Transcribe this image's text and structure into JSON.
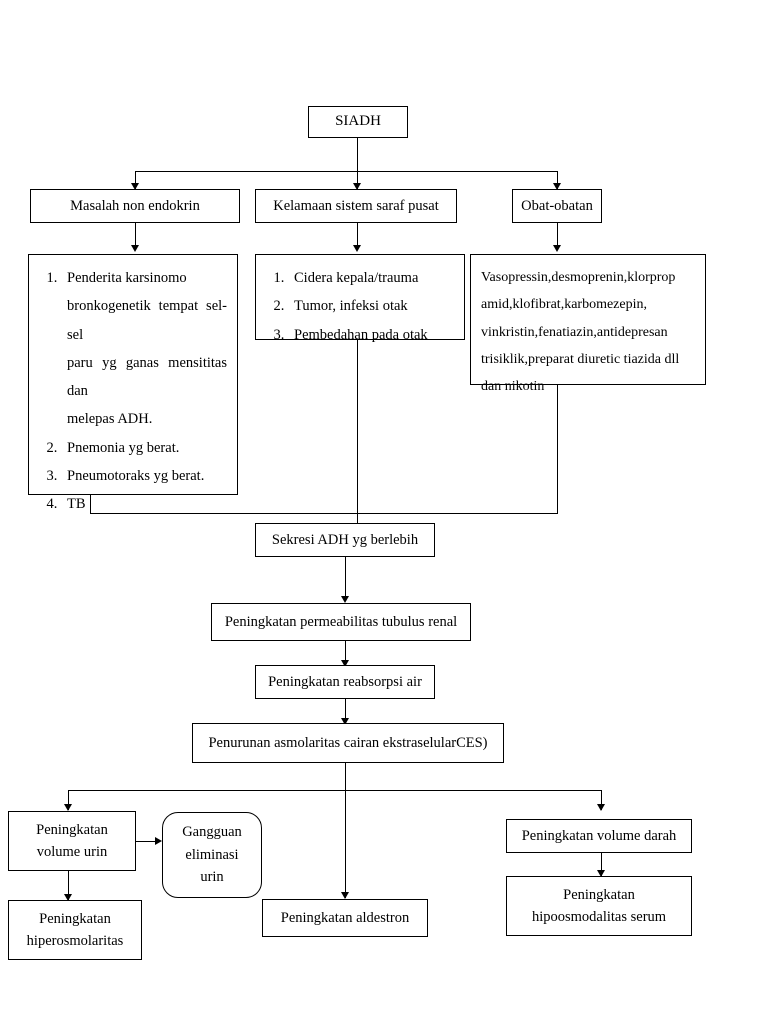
{
  "diagram": {
    "title": "SIADH",
    "root": {
      "label": "SIADH"
    },
    "causes": [
      {
        "label": "Masalah non endokrin"
      },
      {
        "label": "Kelamaan sistem saraf pusat"
      },
      {
        "label": "Obat-obatan"
      }
    ],
    "non_endokrin_list": {
      "items": [
        {
          "lines": [
            "Penderita karsinomo",
            "bronkogenetik tempat sel-",
            "sel",
            "paru yg ganas mensititas",
            "dan",
            "melepas ADH."
          ]
        },
        {
          "lines": [
            "Pnemonia yg berat."
          ]
        },
        {
          "lines": [
            "Pneumotoraks yg berat."
          ]
        },
        {
          "lines": [
            "TB"
          ]
        }
      ]
    },
    "saraf_pusat_list": {
      "items": [
        {
          "lines": [
            "Cidera kepala/trauma"
          ]
        },
        {
          "lines": [
            "Tumor, infeksi otak"
          ]
        },
        {
          "lines": [
            "Pembedahan pada otak"
          ]
        }
      ]
    },
    "obat_obatan_box": {
      "lines": [
        "Vasopressin,desmoprenin,klorprop",
        "amid,klofibrat,karbomezepin,",
        "vinkristin,fenatiazin,antidepresan",
        "trisiklik,preparat diuretic tiazida dll",
        "dan nikotin"
      ]
    },
    "chain": [
      {
        "label": "Sekresi ADH yg berlebih"
      },
      {
        "label": "Peningkatan permeabilitas tubulus renal"
      },
      {
        "label": "Peningkatan reabsorpsi air"
      },
      {
        "label": "Penurunan asmolaritas cairan ekstraselularCES)"
      }
    ],
    "outcomes": {
      "volume_urin": "Peningkatan\nvolume urin",
      "gangguan_eliminasi": "Gangguan\neliminasi\nurin",
      "hiperosmolaritas": "Peningkatan\nhiperosmolaritas",
      "aldestron": "Peningkatan aldestron",
      "volume_darah": "Peningkatan volume darah",
      "hipoosmodalitas": "Peningkatan\nhipoosmodalitas serum"
    }
  },
  "style": {
    "line_color": "#000000",
    "box_fill": "#ffffff",
    "text_color": "#000000"
  }
}
